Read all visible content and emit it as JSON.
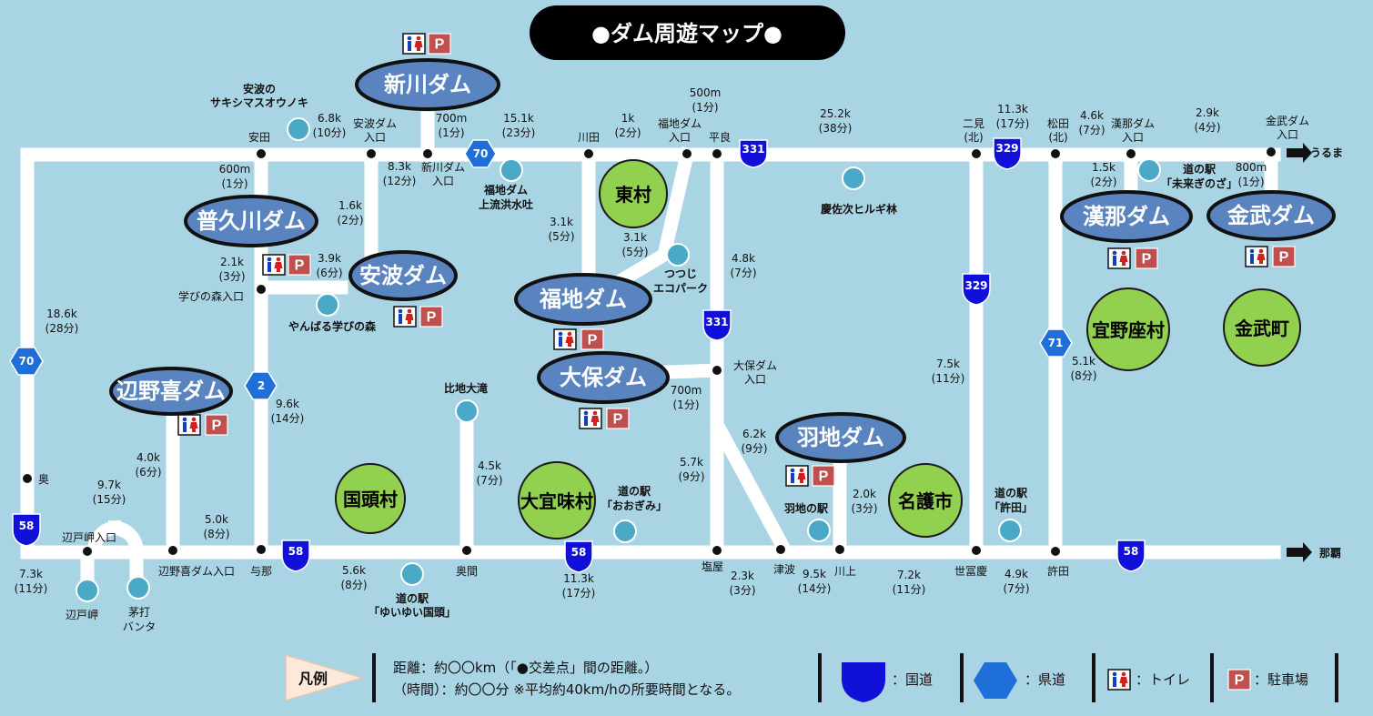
{
  "title": "●ダム周遊マップ●",
  "colors": {
    "sea": "#a8d4e4",
    "road": "#ffffff",
    "dam": "#5a84bf",
    "municipality": "#92d050",
    "national_road": "#1010d8",
    "prefectural_road": "#1f6fd8",
    "parking": "#c0504d",
    "spot": "#4ba9c8"
  },
  "dams": [
    {
      "id": "shinkawa",
      "name": "新川ダム",
      "facilities": [
        "toilet",
        "parking"
      ]
    },
    {
      "id": "fukugawa",
      "name": "普久川ダム",
      "facilities": [
        "toilet",
        "parking"
      ]
    },
    {
      "id": "aha",
      "name": "安波ダム",
      "facilities": [
        "toilet",
        "parking"
      ]
    },
    {
      "id": "fukuji",
      "name": "福地ダム",
      "facilities": [
        "toilet",
        "parking"
      ]
    },
    {
      "id": "oho",
      "name": "大保ダム",
      "facilities": [
        "toilet",
        "parking"
      ]
    },
    {
      "id": "benoki",
      "name": "辺野喜ダム",
      "facilities": [
        "toilet",
        "parking"
      ]
    },
    {
      "id": "haji",
      "name": "羽地ダム",
      "facilities": [
        "toilet",
        "parking"
      ]
    },
    {
      "id": "kanna",
      "name": "漢那ダム",
      "facilities": [
        "toilet",
        "parking"
      ]
    },
    {
      "id": "kin",
      "name": "金武ダム",
      "facilities": [
        "toilet",
        "parking"
      ]
    }
  ],
  "municipalities": [
    "東村",
    "国頭村",
    "大宜味村",
    "名護市",
    "宜野座村",
    "金武町"
  ],
  "places": {
    "aha_sakishima": [
      "安波の",
      "サキシマスオウノキ"
    ],
    "ada": "安田",
    "aha_dam_entrance": [
      "安波ダム",
      "入口"
    ],
    "shinkawa_entrance": [
      "新川ダム",
      "入口"
    ],
    "kawata": "川田",
    "fukuji_entrance": [
      "福地ダム",
      "入口"
    ],
    "taira": "平良",
    "fukuji_spillway": [
      "福地ダム",
      "上流洪水吐"
    ],
    "keisaji": "慶佐次ヒルギ林",
    "futami": [
      "二見",
      "(北)"
    ],
    "matsuda": [
      "松田",
      "(北)"
    ],
    "kanna_entrance": [
      "漢那ダム",
      "入口"
    ],
    "kin_entrance": [
      "金武ダム",
      "入口"
    ],
    "uruma": "うるま",
    "michi_mirai": [
      "道の駅",
      "「未来ぎのざ」"
    ],
    "manabi_entrance": "学びの森入口",
    "yanbaru_manabi": "やんばる学びの森",
    "tsutsuji": [
      "つつじ",
      "エコパーク"
    ],
    "oho_entrance": [
      "大保ダム",
      "入口"
    ],
    "hiji_falls": "比地大滝",
    "oku": "奥",
    "hedo_entrance": "辺戸岬入口",
    "benoki_entrance": "辺野喜ダム入口",
    "yona": "与那",
    "okuma": "奥間",
    "shioya": "塩屋",
    "tsuha": "津波",
    "kawakami": "川上",
    "sedake": "世冨慶",
    "kyoda": "許田",
    "naha": "那覇",
    "hedo_cape": "辺戸岬",
    "kayauchi": [
      "茅打",
      "バンタ"
    ],
    "michi_yuiyui": [
      "道の駅",
      "「ゆいゆい国頭」"
    ],
    "michi_ogimi": [
      "道の駅",
      "「おおぎみ」"
    ],
    "haji_michi": "羽地の駅",
    "michi_kyoda": [
      "道の駅",
      "「許田」"
    ]
  },
  "distances": {
    "d_ada_sakishima": [
      "6.8k",
      "(10分)"
    ],
    "d_shinkawa": [
      "700m",
      "(1分)"
    ],
    "d_kawata": [
      "15.1k",
      "(23分)"
    ],
    "d_1k": [
      "1k",
      "(2分)"
    ],
    "d_500m": [
      "500m",
      "(1分)"
    ],
    "d_25_2": [
      "25.2k",
      "(38分)"
    ],
    "d_11_3": [
      "11.3k",
      "(17分)"
    ],
    "d_4_6": [
      "4.6k",
      "(7分)"
    ],
    "d_2_9": [
      "2.9k",
      "(4分)"
    ],
    "d_600m": [
      "600m",
      "(1分)"
    ],
    "d_8_3": [
      "8.3k",
      "(12分)"
    ],
    "d_1_6": [
      "1.6k",
      "(2分)"
    ],
    "d_3_9": [
      "3.9k",
      "(6分)"
    ],
    "d_2_1": [
      "2.1k",
      "(3分)"
    ],
    "d_3_1a": [
      "3.1k",
      "(5分)"
    ],
    "d_3_1b": [
      "3.1k",
      "(5分)"
    ],
    "d_1_5": [
      "1.5k",
      "(2分)"
    ],
    "d_800m": [
      "800m",
      "(1分)"
    ],
    "d_4_8": [
      "4.8k",
      "(7分)"
    ],
    "d_18_6": [
      "18.6k",
      "(28分)"
    ],
    "d_9_6": [
      "9.6k",
      "(14分)"
    ],
    "d_700m_oho": [
      "700m",
      "(1分)"
    ],
    "d_7_5": [
      "7.5k",
      "(11分)"
    ],
    "d_5_1": [
      "5.1k",
      "(8分)"
    ],
    "d_4_0": [
      "4.0k",
      "(6分)"
    ],
    "d_9_7": [
      "9.7k",
      "(15分)"
    ],
    "d_4_5": [
      "4.5k",
      "(7分)"
    ],
    "d_6_2": [
      "6.2k",
      "(9分)"
    ],
    "d_5_7": [
      "5.7k",
      "(9分)"
    ],
    "d_2_0": [
      "2.0k",
      "(3分)"
    ],
    "d_5_0": [
      "5.0k",
      "(8分)"
    ],
    "d_7_3": [
      "7.3k",
      "(11分)"
    ],
    "d_5_6": [
      "5.6k",
      "(8分)"
    ],
    "d_11_3b": [
      "11.3k",
      "(17分)"
    ],
    "d_2_3": [
      "2.3k",
      "(3分)"
    ],
    "d_9_5": [
      "9.5k",
      "(14分)"
    ],
    "d_7_2": [
      "7.2k",
      "(11分)"
    ],
    "d_4_9": [
      "4.9k",
      "(7分)"
    ]
  },
  "roads": {
    "national": [
      "331",
      "329",
      "58"
    ],
    "prefectural": [
      "70",
      "2",
      "71"
    ]
  },
  "legend": {
    "title": "凡例",
    "distance_line": "距離：約〇〇km（「●交差点」間の距離。）",
    "time_line": "（時間）：約〇〇分 ※平均約40km/hの所要時間となる。",
    "national_road": "：国道",
    "prefectural_road": "：県道",
    "toilet": "：トイレ",
    "parking": "：駐車場"
  },
  "icons": {
    "toilet": "toilet-icon",
    "parking": "parking-icon",
    "arrow": "arrow-right-icon"
  }
}
